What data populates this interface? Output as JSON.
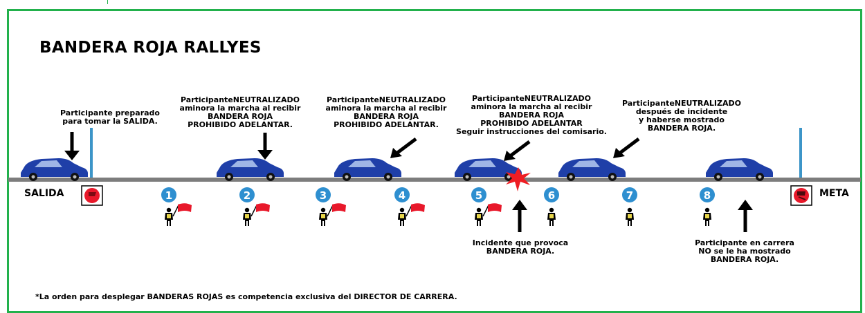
{
  "title": "BANDERA ROJA RALLYES",
  "start_label": "SALIDA",
  "finish_label": "META",
  "captions": [
    {
      "lines": [
        "Participante preparado",
        "para tomar la SALIDA."
      ]
    },
    {
      "lines": [
        "ParticipanteNEUTRALIZADO",
        "aminora la marcha al recibir",
        "BANDERA ROJA",
        "PROHIBIDO ADELANTAR."
      ]
    },
    {
      "lines": [
        "ParticipanteNEUTRALIZADO",
        "aminora la marcha al recibir",
        "BANDERA ROJA",
        "PROHIBIDO ADELANTAR."
      ]
    },
    {
      "lines": [
        "ParticipanteNEUTRALIZADO",
        "aminora la marcha al recibir",
        "BANDERA ROJA",
        "PROHIBIDO ADELANTAR",
        "Seguir instrucciones del comisario."
      ]
    },
    {
      "lines": [
        "ParticipanteNEUTRALIZADO",
        "después de incidente",
        "y haberse mostrado",
        "BANDERA ROJA."
      ]
    },
    {
      "lines": [
        "Incidente que provoca",
        "BANDERA ROJA."
      ]
    },
    {
      "lines": [
        "Participante en carrera",
        "NO se le ha mostrado",
        "BANDERA ROJA."
      ]
    }
  ],
  "posts": [
    {
      "number": "1",
      "flag": true
    },
    {
      "number": "2",
      "flag": true
    },
    {
      "number": "3",
      "flag": true
    },
    {
      "number": "4",
      "flag": true
    },
    {
      "number": "5",
      "flag": true
    },
    {
      "number": "6",
      "flag": false
    },
    {
      "number": "7",
      "flag": false
    },
    {
      "number": "8",
      "flag": false
    }
  ],
  "footnote": "*La orden para desplegar BANDERAS ROJAS es competencia exclusiva del DIRECTOR DE CARRERA.",
  "colors": {
    "frame": "#22b14c",
    "road": "#7d7d7d",
    "car": "#1f3fa8",
    "post_circle": "#2e8fd0",
    "flag": "#e8182a",
    "line_marker": "#3c95c8",
    "crash": "#ee1d23"
  }
}
